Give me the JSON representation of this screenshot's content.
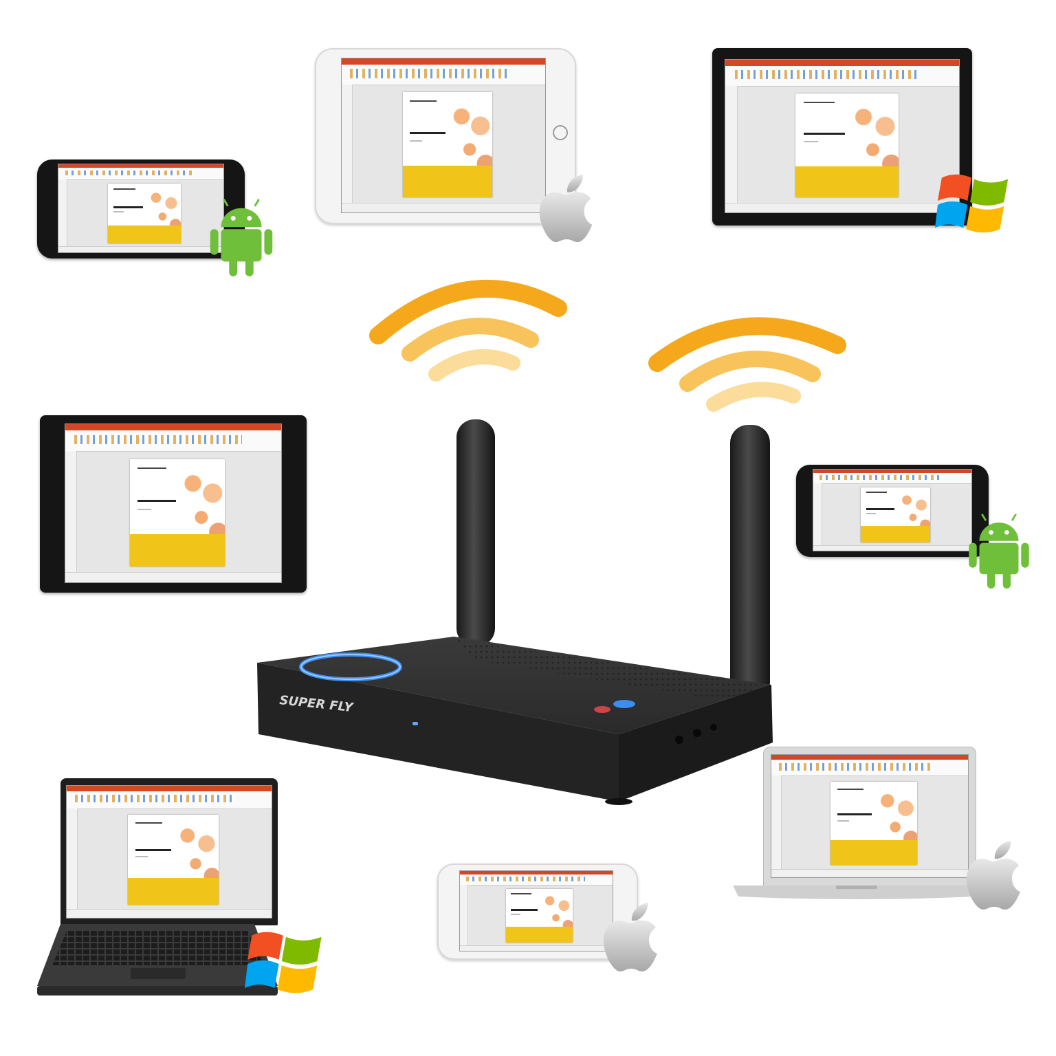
{
  "scene": {
    "description_labels": {
      "router_brand": "SUPER FLY"
    }
  },
  "devices": [
    {
      "id": "android-phone-top-left",
      "platform": "android-icon"
    },
    {
      "id": "ipad-white-top",
      "platform": "apple-icon"
    },
    {
      "id": "windows-tablet-top-right",
      "platform": "windows-icon"
    },
    {
      "id": "tablet-black-left",
      "platform": ""
    },
    {
      "id": "android-phone-right",
      "platform": "android-icon"
    },
    {
      "id": "windows-laptop-bottom-left",
      "platform": "windows-icon"
    },
    {
      "id": "iphone-white-bottom",
      "platform": "apple-icon"
    },
    {
      "id": "macbook-bottom-right",
      "platform": "apple-icon"
    }
  ],
  "colors": {
    "wifi_dark": "#f5a81c",
    "wifi_mid": "#f8c35a",
    "wifi_light": "#fbdc9a",
    "router_body": "#2a2a2a",
    "router_ring": "#3b8ef0",
    "slide_band": "#f0c419",
    "android_green": "#6fbf3a"
  }
}
